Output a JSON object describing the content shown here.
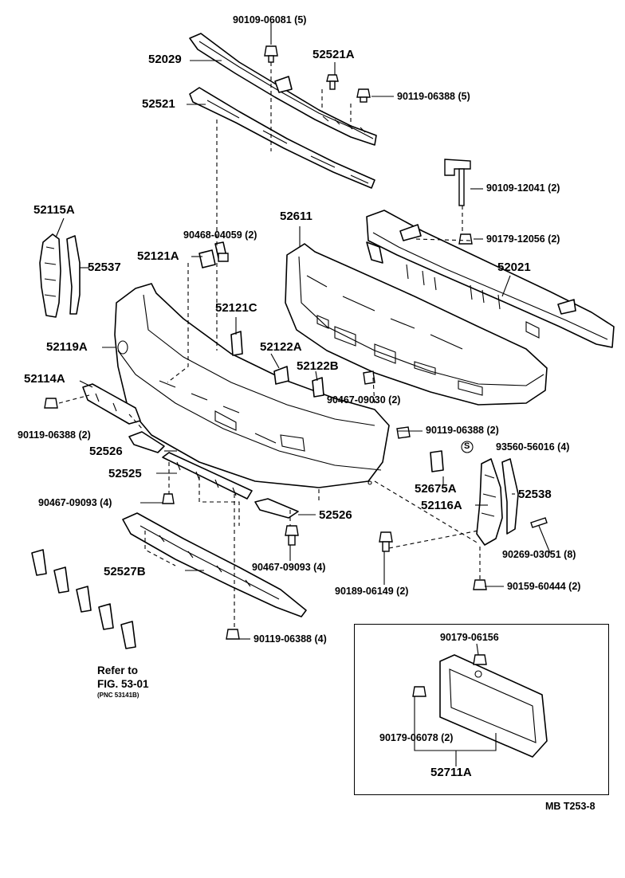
{
  "labels": {
    "p90109_06081": "90109-06081 (5)",
    "p52029": "52029",
    "p52521A": "52521A",
    "p90119_06388_5": "90119-06388 (5)",
    "p52521": "52521",
    "p90109_12041": "90109-12041 (2)",
    "p52115A": "52115A",
    "p52611": "52611",
    "p90468_04059": "90468-04059 (2)",
    "p90179_12056": "90179-12056 (2)",
    "p52121A": "52121A",
    "p52537": "52537",
    "p52021": "52021",
    "p52121C": "52121C",
    "p52119A": "52119A",
    "p52122A": "52122A",
    "p52114A": "52114A",
    "p52122B": "52122B",
    "p90467_09030": "90467-09030 (2)",
    "p90119_06388_2a": "90119-06388 (2)",
    "p90119_06388_2b": "90119-06388 (2)",
    "p93560_56016": "93560-56016 (4)",
    "p52526a": "52526",
    "p52525": "52525",
    "p52675A": "52675A",
    "p52538": "52538",
    "p90467_09093a": "90467-09093 (4)",
    "p52116A": "52116A",
    "p52526b": "52526",
    "p90269_03051": "90269-03051 (8)",
    "p90467_09093b": "90467-09093 (4)",
    "p52527B": "52527B",
    "p90189_06149": "90189-06149 (2)",
    "p90159_60444": "90159-60444 (2)",
    "p90119_06388_4": "90119-06388 (4)",
    "p90179_06156": "90179-06156",
    "p90179_06078": "90179-06078 (2)",
    "p52711A": "52711A",
    "refer1": "Refer to",
    "refer2": "FIG. 53-01",
    "refer3": "(PNC 53141B)",
    "circle_s": "S",
    "code": "MB T253-8"
  }
}
